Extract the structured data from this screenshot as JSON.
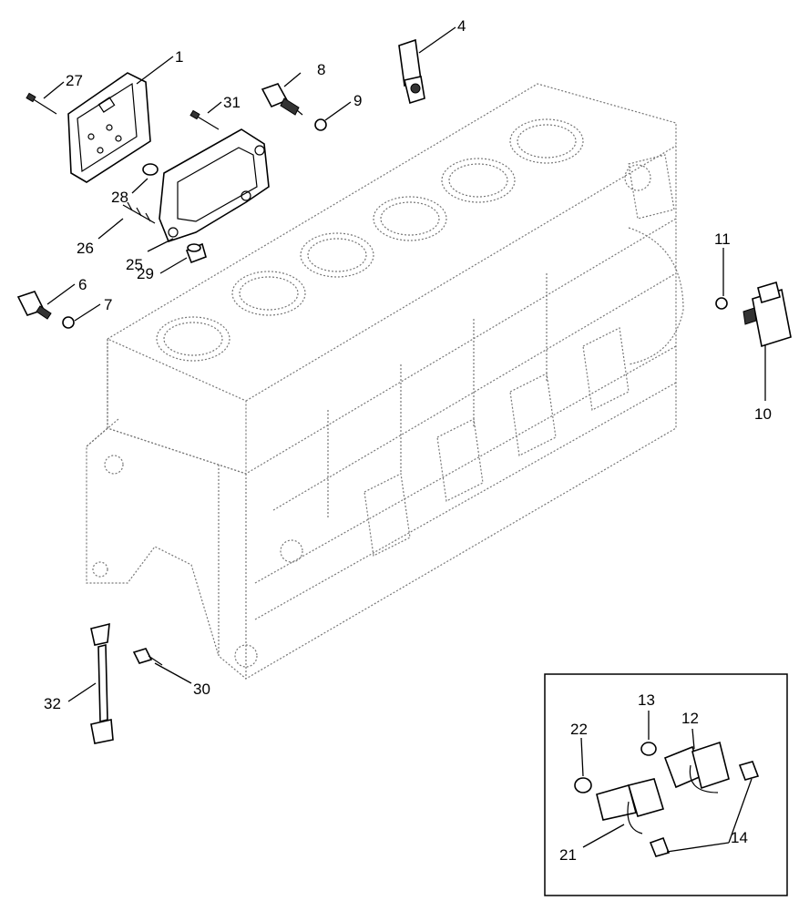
{
  "diagram": {
    "callouts": {
      "c1": "1",
      "c4": "4",
      "c6": "6",
      "c7": "7",
      "c8": "8",
      "c9": "9",
      "c10": "10",
      "c11": "11",
      "c12": "12",
      "c13": "13",
      "c14": "14",
      "c21": "21",
      "c22": "22",
      "c25": "25",
      "c26": "26",
      "c27": "27",
      "c28": "28",
      "c29": "29",
      "c30": "30",
      "c31": "31",
      "c32": "32"
    }
  }
}
